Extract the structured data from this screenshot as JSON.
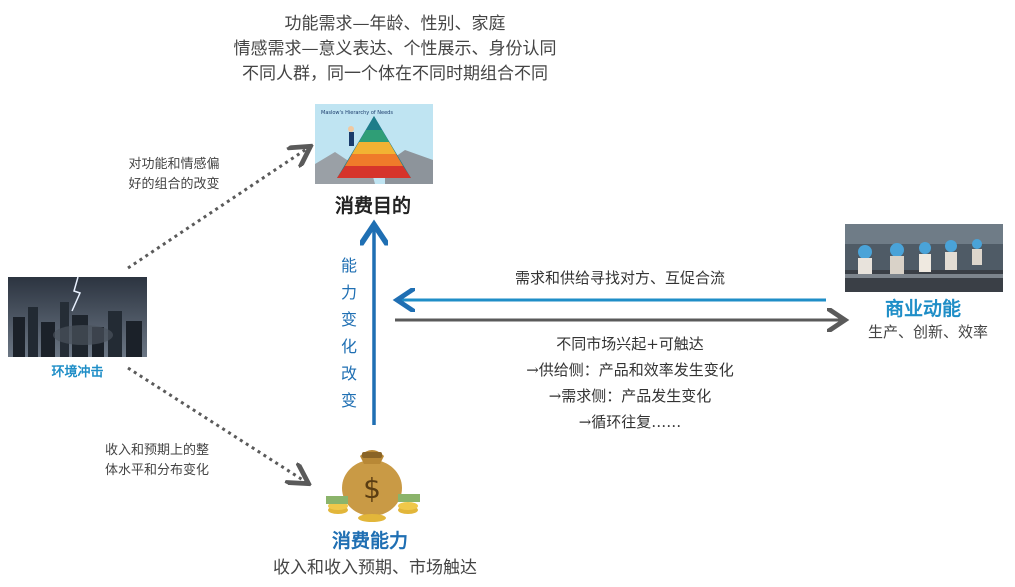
{
  "top_notes": [
    "功能需求—年龄、性别、家庭",
    "情感需求—意义表达、个性展示、身份认同",
    "不同人群，同一个体在不同时期组合不同"
  ],
  "pyramid_image": {
    "caption": "Maslow's Hierarchy of Needs"
  },
  "consumption_purpose": {
    "title": "消费目的"
  },
  "consumption_ability": {
    "title": "消费能力",
    "subtitle": "收入和收入预期、市场触达"
  },
  "commercial_momentum": {
    "title": "商业动能",
    "subtitle": "生产、创新、效率"
  },
  "environment": {
    "label": "环境冲击"
  },
  "edge_env_to_purpose": "对功能和情感偏好的组合的改变",
  "edge_env_to_ability": "收入和预期上的整体水平和分布变化",
  "edge_ability_to_purpose": [
    "能",
    "力",
    "变",
    "化",
    "改",
    "变"
  ],
  "edge_commerce_to_center": "需求和供给寻找对方、互促合流",
  "edge_center_to_commerce": [
    "不同市场兴起+可触达",
    "→供给侧：产品和效率发生变化",
    "→需求侧：产品发生变化",
    "→循环往复……"
  ],
  "colors": {
    "blue_arrow": "#1f6fb3",
    "accent_blue": "#1f8ec7",
    "gray_arrow": "#5a5a5a"
  }
}
